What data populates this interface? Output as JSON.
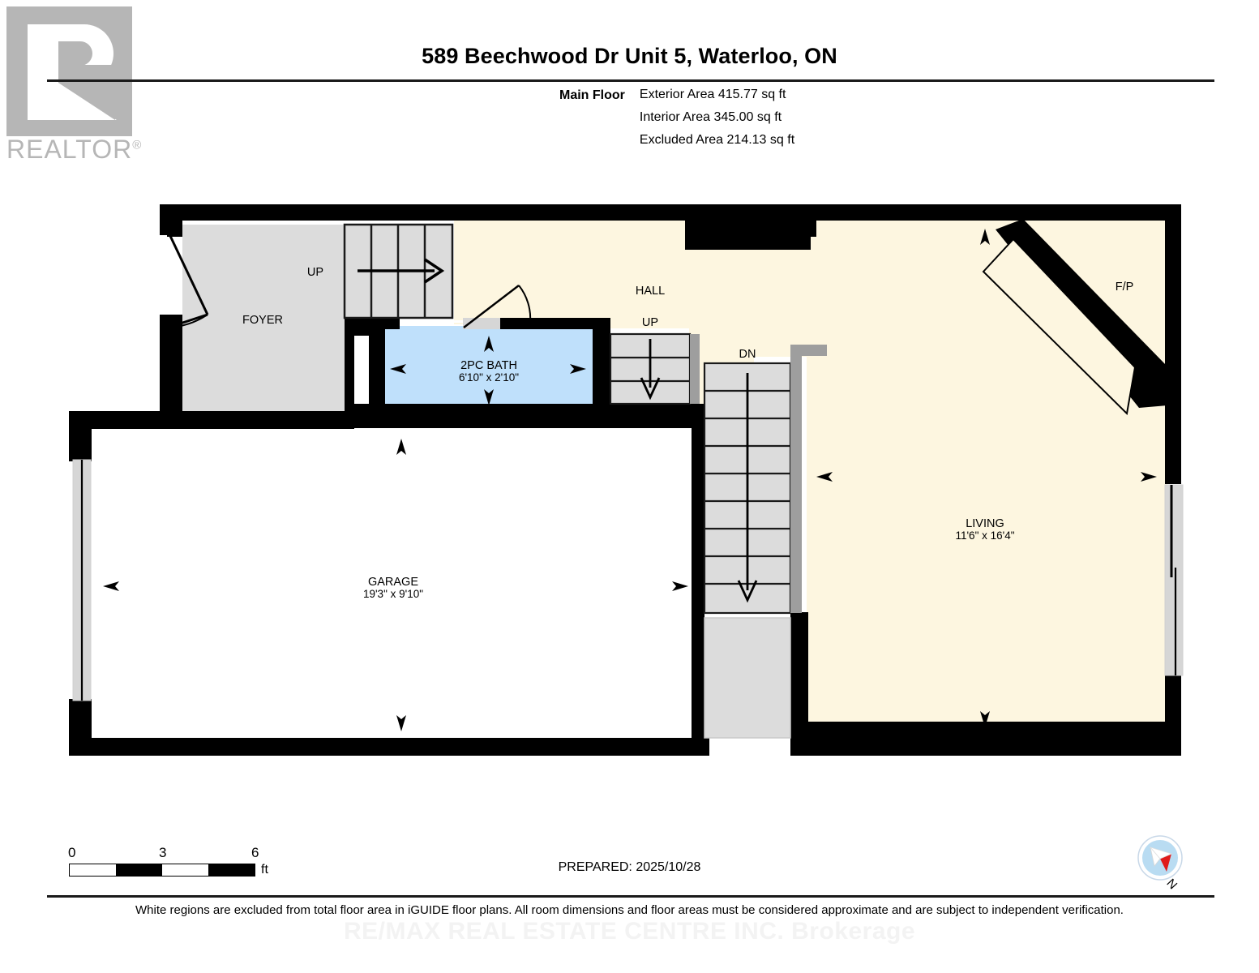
{
  "logo": {
    "name": "realtor-logo",
    "text": "REALTOR",
    "registered": "®"
  },
  "header": {
    "title": "589 Beechwood Dr Unit 5, Waterloo, ON",
    "floor_label": "Main Floor",
    "areas": [
      "Exterior Area 415.77 sq ft",
      "Interior Area 345.00 sq ft",
      "Excluded Area 214.13 sq ft"
    ]
  },
  "floorplan": {
    "rooms": [
      {
        "name": "FOYER",
        "dimensions": "",
        "fill": "#dcdcdc"
      },
      {
        "name": "2PC BATH",
        "dimensions": "6'10\" x 2'10\"",
        "fill": "#bfe0fb"
      },
      {
        "name": "HALL",
        "dimensions": "",
        "fill": "#fdf6e0"
      },
      {
        "name": "LIVING",
        "dimensions": "11'6\" x 16'4\"",
        "fill": "#fdf6e0"
      },
      {
        "name": "GARAGE",
        "dimensions": "19'3\" x 9'10\"",
        "fill": "#ffffff"
      }
    ],
    "annotations": {
      "stair_up_foyer": "UP",
      "stair_up_hall": "UP",
      "stair_down_hall": "DN",
      "fireplace": "F/P"
    },
    "colors": {
      "wall": "#000000",
      "interior_fill": "#fdf6e0",
      "stair_fill": "#dcdcdc",
      "bath_fill": "#bfe0fb",
      "excluded_fill": "#ffffff",
      "railing": "#9e9e9e",
      "window_fill": "#d6d6d6"
    }
  },
  "footer": {
    "scale": {
      "labels": [
        "0",
        "3",
        "6"
      ],
      "unit": "ft"
    },
    "prepared": "PREPARED: 2025/10/28",
    "compass_label": "N",
    "disclaimer": "White regions are excluded from total floor area in iGUIDE floor plans. All room dimensions and floor areas must be considered approximate and are subject to independent verification.",
    "watermark": "RE/MAX REAL ESTATE CENTRE INC.  Brokerage"
  }
}
